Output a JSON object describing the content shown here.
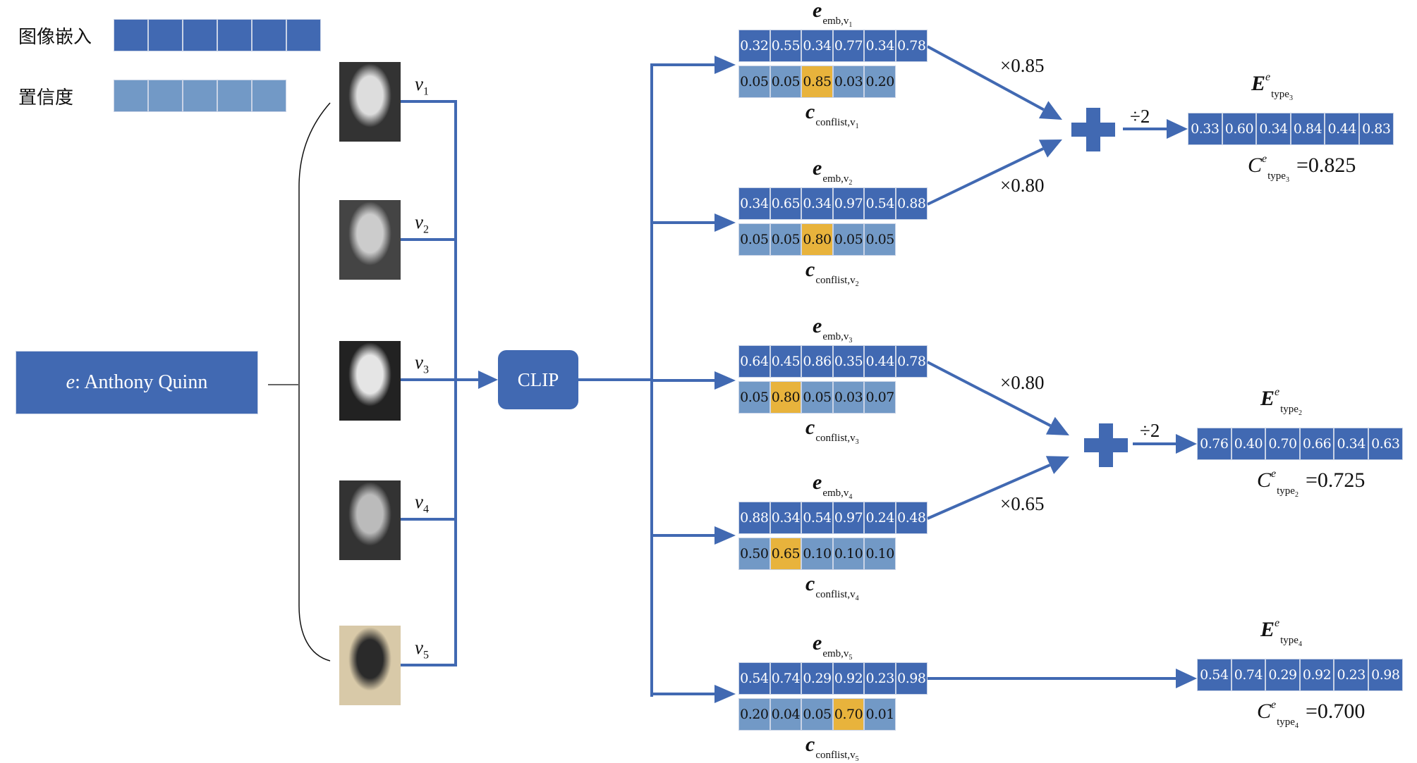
{
  "legend": {
    "embedding_label": "图像嵌入",
    "confidence_label": "置信度",
    "embedding_cells": 6,
    "confidence_cells": 5
  },
  "colors": {
    "embedding": "#4169b2",
    "confidence": "#7299c6",
    "highlight": "#e8b33c",
    "wire": "#4169b2"
  },
  "entity": {
    "var": "e",
    "name": ": Anthony Quinn"
  },
  "model": {
    "label": "CLIP"
  },
  "images": [
    {
      "label": "v",
      "index": "1",
      "icon": "portrait-photo-1"
    },
    {
      "label": "v",
      "index": "2",
      "icon": "portrait-photo-2"
    },
    {
      "label": "v",
      "index": "3",
      "icon": "portrait-photo-3"
    },
    {
      "label": "v",
      "index": "4",
      "icon": "portrait-photo-4"
    },
    {
      "label": "v",
      "index": "5",
      "icon": "movie-cover-photo-5"
    }
  ],
  "vectors": [
    {
      "emb_symbol": "e",
      "emb_sub": "emb,v",
      "emb_idx": "1",
      "emb": [
        "0.32",
        "0.55",
        "0.34",
        "0.77",
        "0.34",
        "0.78"
      ],
      "conf_symbol": "c",
      "conf_sub": "conflist,v",
      "conf_idx": "1",
      "conf": [
        "0.05",
        "0.05",
        "0.85",
        "0.03",
        "0.20"
      ],
      "highlight_index": 2,
      "weight": "×0.85"
    },
    {
      "emb_symbol": "e",
      "emb_sub": "emb,v",
      "emb_idx": "2",
      "emb": [
        "0.34",
        "0.65",
        "0.34",
        "0.97",
        "0.54",
        "0.88"
      ],
      "conf_symbol": "c",
      "conf_sub": "conflist,v",
      "conf_idx": "2",
      "conf": [
        "0.05",
        "0.05",
        "0.80",
        "0.05",
        "0.05"
      ],
      "highlight_index": 2,
      "weight": "×0.80"
    },
    {
      "emb_symbol": "e",
      "emb_sub": "emb,v",
      "emb_idx": "3",
      "emb": [
        "0.64",
        "0.45",
        "0.86",
        "0.35",
        "0.44",
        "0.78"
      ],
      "conf_symbol": "c",
      "conf_sub": "conflist,v",
      "conf_idx": "3",
      "conf": [
        "0.05",
        "0.80",
        "0.05",
        "0.03",
        "0.07"
      ],
      "highlight_index": 1,
      "weight": "×0.80"
    },
    {
      "emb_symbol": "e",
      "emb_sub": "emb,v",
      "emb_idx": "4",
      "emb": [
        "0.88",
        "0.34",
        "0.54",
        "0.97",
        "0.24",
        "0.48"
      ],
      "conf_symbol": "c",
      "conf_sub": "conflist,v",
      "conf_idx": "4",
      "conf": [
        "0.50",
        "0.65",
        "0.10",
        "0.10",
        "0.10"
      ],
      "highlight_index": 1,
      "weight": "×0.65"
    },
    {
      "emb_symbol": "e",
      "emb_sub": "emb,v",
      "emb_idx": "5",
      "emb": [
        "0.54",
        "0.74",
        "0.29",
        "0.92",
        "0.23",
        "0.98"
      ],
      "conf_symbol": "c",
      "conf_sub": "conflist,v",
      "conf_idx": "5",
      "conf": [
        "0.20",
        "0.04",
        "0.05",
        "0.70",
        "0.01"
      ],
      "highlight_index": 3,
      "weight": ""
    }
  ],
  "aggregations": [
    {
      "divide": "÷2"
    },
    {
      "divide": "÷2"
    }
  ],
  "results": [
    {
      "symbol": "E",
      "sup": "e",
      "sub": "type",
      "idx": "3",
      "values": [
        "0.33",
        "0.60",
        "0.34",
        "0.84",
        "0.44",
        "0.83"
      ],
      "conf_symbol": "C",
      "conf_value": "=0.825"
    },
    {
      "symbol": "E",
      "sup": "e",
      "sub": "type",
      "idx": "2",
      "values": [
        "0.76",
        "0.40",
        "0.70",
        "0.66",
        "0.34",
        "0.63"
      ],
      "conf_symbol": "C",
      "conf_value": "=0.725"
    },
    {
      "symbol": "E",
      "sup": "e",
      "sub": "type",
      "idx": "4",
      "values": [
        "0.54",
        "0.74",
        "0.29",
        "0.92",
        "0.23",
        "0.98"
      ],
      "conf_symbol": "C",
      "conf_value": "=0.700"
    }
  ]
}
